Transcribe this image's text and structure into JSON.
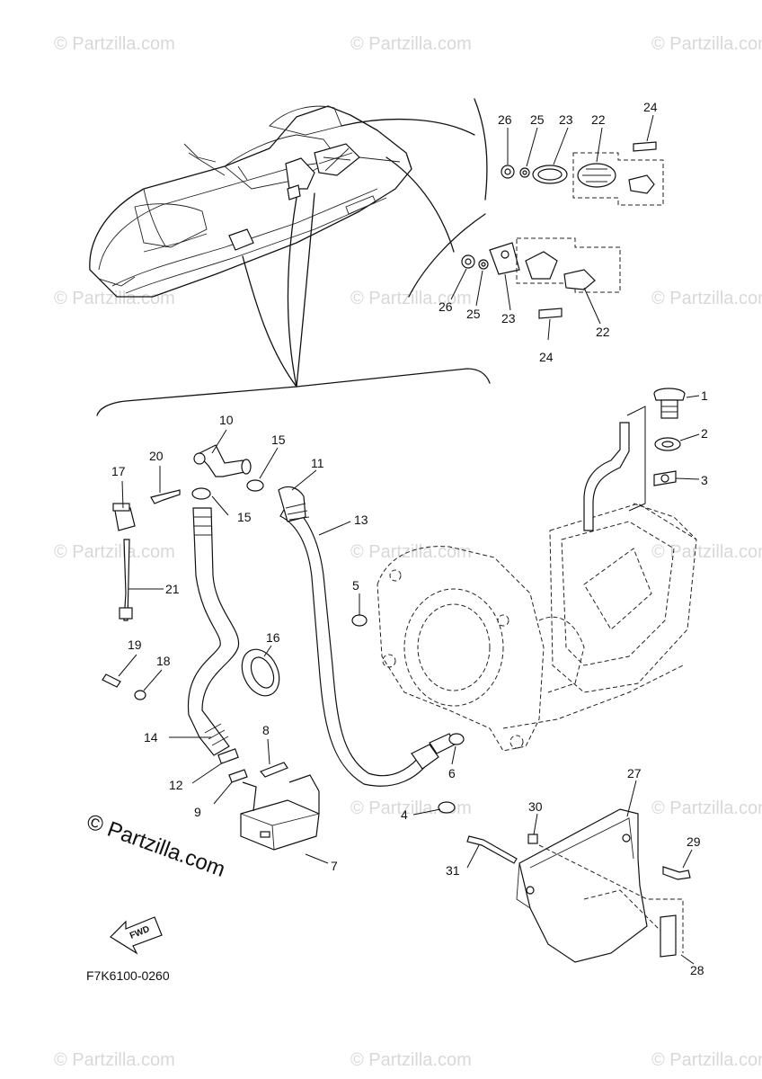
{
  "diagram": {
    "watermark": "© Partzilla.com",
    "copyright": "© Partzilla.com",
    "fwd_label": "FWD",
    "figure_code": "F7K6100-0260",
    "callouts": {
      "c1": "1",
      "c2": "2",
      "c3": "3",
      "c4": "4",
      "c5": "5",
      "c6": "6",
      "c7": "7",
      "c8": "8",
      "c9": "9",
      "c10": "10",
      "c11": "11",
      "c12": "12",
      "c13": "13",
      "c14": "14",
      "c15a": "15",
      "c15b": "15",
      "c16": "16",
      "c17": "17",
      "c18": "18",
      "c19": "19",
      "c20": "20",
      "c21": "21",
      "c22a": "22",
      "c22b": "22",
      "c23a": "23",
      "c23b": "23",
      "c24a": "24",
      "c24b": "24",
      "c25a": "25",
      "c25b": "25",
      "c26a": "26",
      "c26b": "26",
      "c27": "27",
      "c28": "28",
      "c29": "29",
      "c30": "30",
      "c31": "31"
    }
  }
}
